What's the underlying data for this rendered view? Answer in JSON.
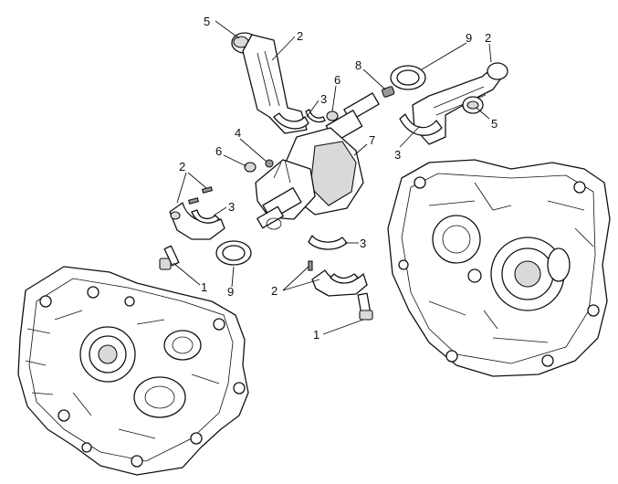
{
  "callouts": [
    {
      "id": "c5a",
      "text": "5"
    },
    {
      "id": "c2a",
      "text": "2"
    },
    {
      "id": "c6a",
      "text": "6"
    },
    {
      "id": "c3a",
      "text": "3"
    },
    {
      "id": "c8",
      "text": "8"
    },
    {
      "id": "c9a",
      "text": "9"
    },
    {
      "id": "c2b",
      "text": "2"
    },
    {
      "id": "c5b",
      "text": "5"
    },
    {
      "id": "c3b",
      "text": "3"
    },
    {
      "id": "c4",
      "text": "4"
    },
    {
      "id": "c7",
      "text": "7"
    },
    {
      "id": "c6b",
      "text": "6"
    },
    {
      "id": "c2c",
      "text": "2"
    },
    {
      "id": "c3c",
      "text": "3"
    },
    {
      "id": "c3d",
      "text": "3"
    },
    {
      "id": "c1a",
      "text": "1"
    },
    {
      "id": "c9b",
      "text": "9"
    },
    {
      "id": "c2d",
      "text": "2"
    },
    {
      "id": "c1b",
      "text": "1"
    }
  ]
}
